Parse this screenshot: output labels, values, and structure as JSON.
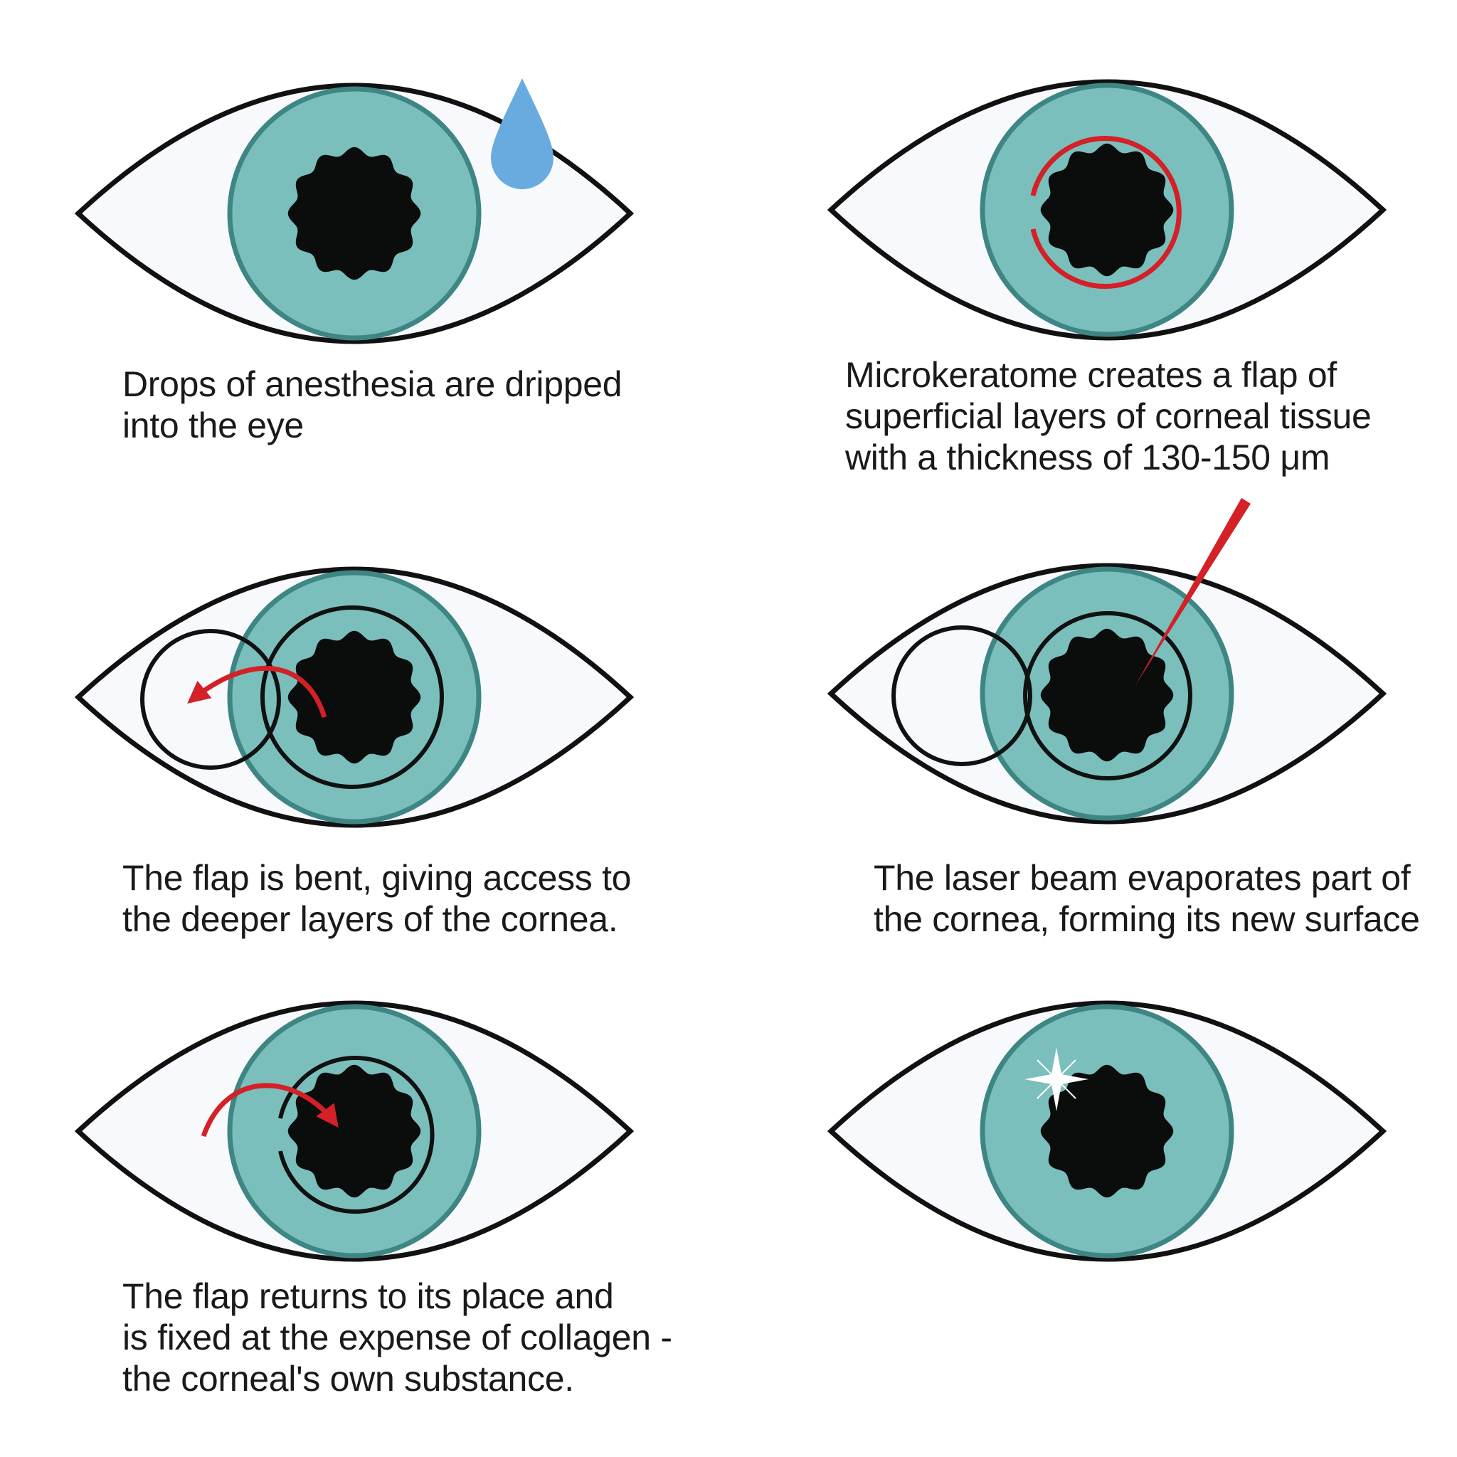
{
  "colors": {
    "sclera": "#f7f9fc",
    "outline": "#111111",
    "iris": "#7bbfbd",
    "iris_ring": "#3e8683",
    "pupil": "#0b0c0c",
    "accent_red": "#d42027",
    "drop": "#6aabdf",
    "sparkle": "#ffffff"
  },
  "steps": [
    {
      "caption_lines": [
        "Drops of anesthesia are dripped",
        "into the eye"
      ]
    },
    {
      "caption_lines": [
        "Microkeratome creates a flap of",
        "superficial layers of corneal  tissue",
        "with a thickness of 130-150 μm"
      ]
    },
    {
      "caption_lines": [
        "The flap is bent, giving access to",
        "the deeper layers of the cornea."
      ]
    },
    {
      "caption_lines": [
        "The laser beam evaporates part of",
        "the cornea, forming its new surface"
      ]
    },
    {
      "caption_lines": [
        "The flap returns to its place and",
        "is fixed at the expense of collagen -",
        "the corneal's own substance."
      ]
    }
  ]
}
